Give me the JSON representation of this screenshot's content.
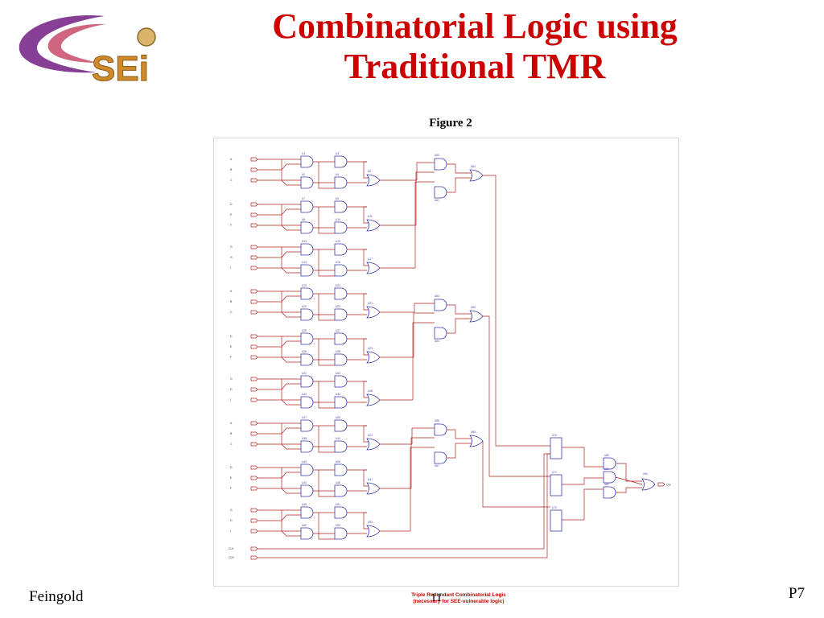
{
  "slide": {
    "title_line1": "Combinatorial Logic using",
    "title_line2": "Traditional TMR",
    "figure_caption": "Figure 2",
    "logo_text": "SEi",
    "footer_author": "Feingold",
    "footer_page": "P7",
    "footer_note_line1": "Triple Redundant Combinatorial Logic",
    "footer_note_line2": "(necessary for SEE-vulnerable logic)",
    "footer_page_overlap": "11"
  },
  "colors": {
    "title": "#cc0000",
    "wire": "#b22222",
    "gate": "#3a3aa8",
    "logo_swoosh": "#7a2a8a",
    "logo_text": "#d08a2a"
  },
  "schematic": {
    "block_count": 9,
    "voter_count": 3,
    "input_labels": [
      "A",
      "B",
      "C",
      "D",
      "E",
      "F",
      "G",
      "H",
      "I"
    ],
    "clock_labels": [
      "CLK",
      "CLR"
    ],
    "output_label": "Out"
  }
}
